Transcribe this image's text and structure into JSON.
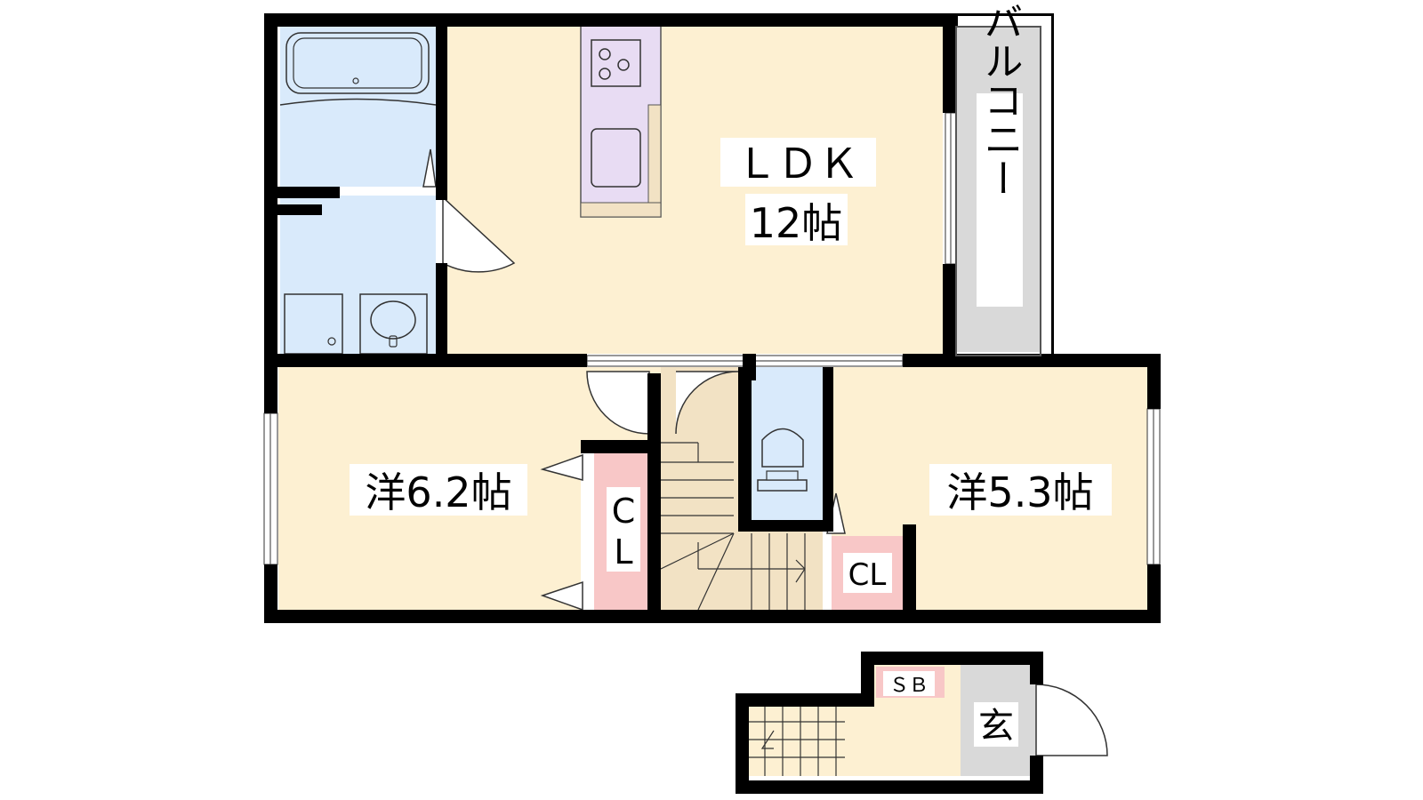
{
  "floor_plan": {
    "rooms": {
      "ldk": {
        "label_line1": "ＬＤＫ",
        "label_line2": "12帖"
      },
      "western_1": {
        "label": "洋6.2帖"
      },
      "western_2": {
        "label": "洋5.3帖"
      },
      "closet_1": {
        "label_line1": "C",
        "label_line2": "L"
      },
      "closet_2": {
        "label": "CL"
      },
      "balcony": {
        "label": "バルコニー"
      },
      "entrance": {
        "label": "玄"
      },
      "shoe_box": {
        "label": "ＳＢ"
      }
    },
    "colors": {
      "room_floor": "#fdf0d2",
      "wet_area": "#d9eafb",
      "kitchen": "#e8dcf3",
      "closet": "#f8c7c7",
      "stairs": "#f2e2c4",
      "balcony": "#d9d9d9",
      "wall": "#000000"
    }
  }
}
